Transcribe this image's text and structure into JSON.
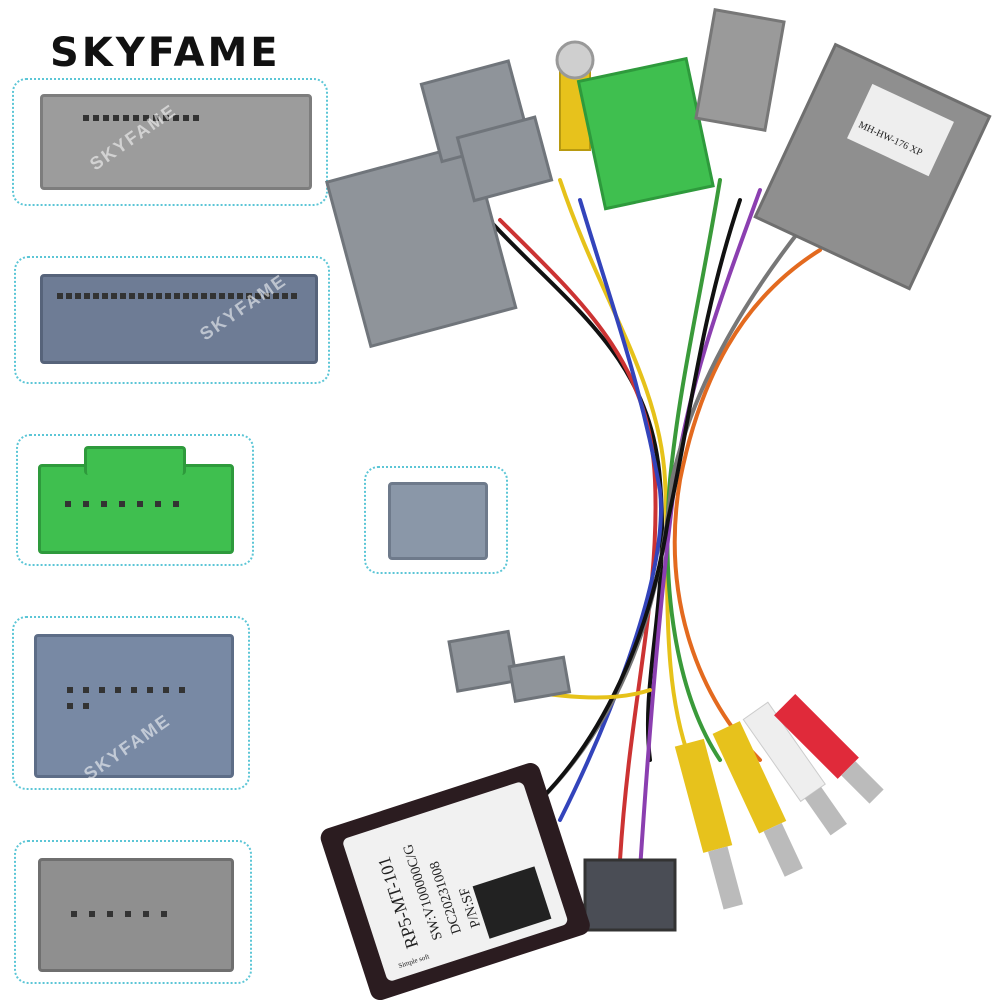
{
  "brand": {
    "logo": "SKYFAME",
    "watermark": "SKYFAME"
  },
  "connectors": [
    {
      "name": "grey-20-pin",
      "color": "#9a9a9a"
    },
    {
      "name": "blue-grey-multi-pin",
      "color": "#6b7a93"
    },
    {
      "name": "green-pin",
      "color": "#3fbf4f"
    },
    {
      "name": "blue-grey-square",
      "color": "#7889a4"
    },
    {
      "name": "grey-small",
      "color": "#8f8f8f"
    },
    {
      "name": "grey-mini",
      "color": "#8a97a8"
    }
  ],
  "module_label": {
    "model": "RP5-MT-101",
    "sw": "SW:V100000C/G",
    "dc": "DC20231008",
    "pn": "P/N:SF",
    "maker": "Simple soft"
  },
  "canbox_label": {
    "model": "MH-HW-176 XP"
  }
}
